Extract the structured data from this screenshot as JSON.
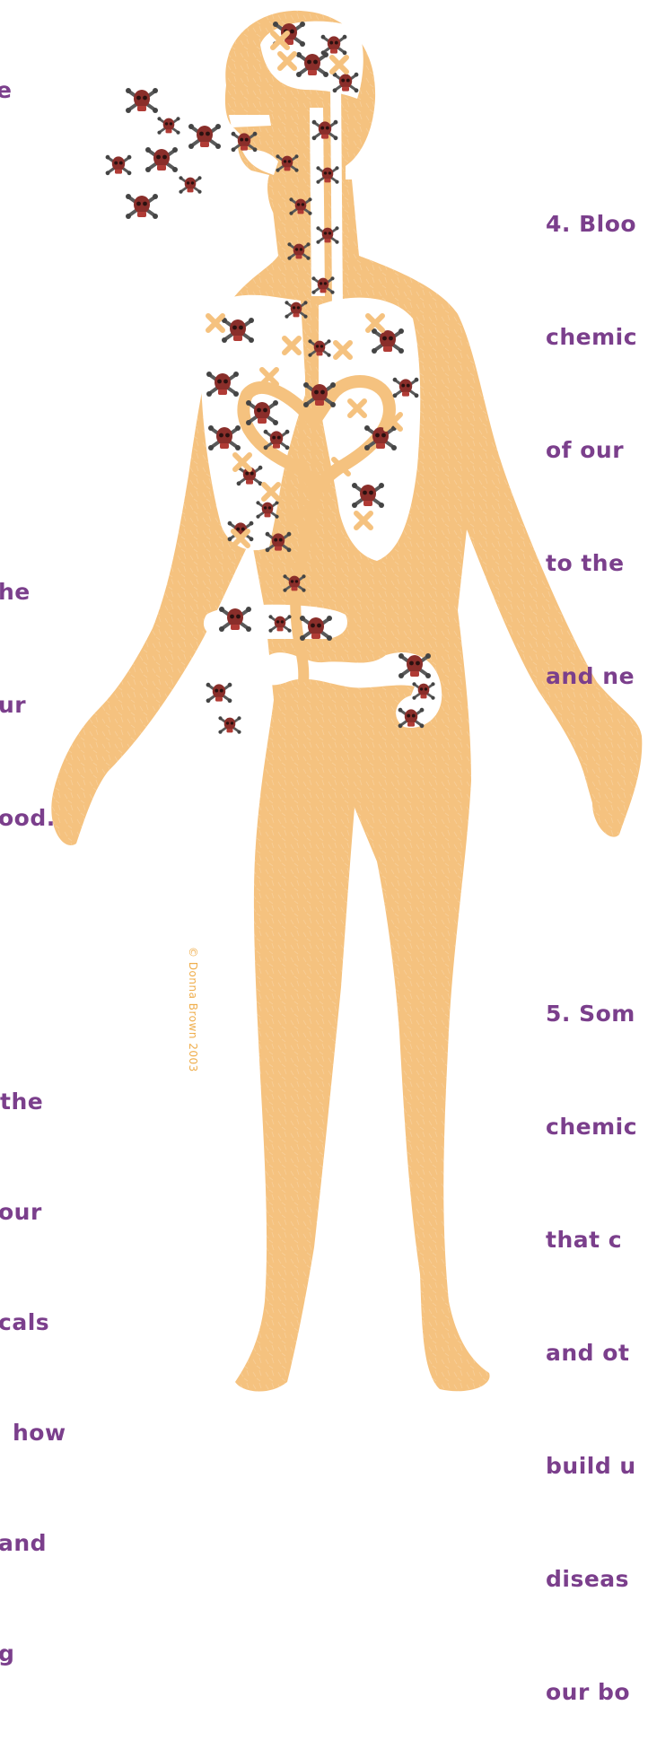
{
  "colors": {
    "text": "#7b3f8c",
    "body": "#f5c27f",
    "organs": "#ffffff",
    "copyright": "#efae4d",
    "skull": "#8a2e2a",
    "bones": "#5a5a5a"
  },
  "icons": {
    "toxin": "skull-and-crossbones-icon"
  },
  "captions": {
    "top_left": [
      "e"
    ],
    "mid_left": [
      "he",
      "ur",
      "ood."
    ],
    "bottom_left": [
      "the",
      "our",
      "cals",
      "how",
      "and",
      "g"
    ],
    "top_right": [
      "4. Bloo",
      "chemic",
      "of our",
      "to the",
      "and ne"
    ],
    "bottom_right": [
      "5. Som",
      "chemic",
      "that c",
      "and ot",
      "build u",
      "diseas",
      "our bo"
    ]
  },
  "copyright": "© Donna Brown 2003"
}
